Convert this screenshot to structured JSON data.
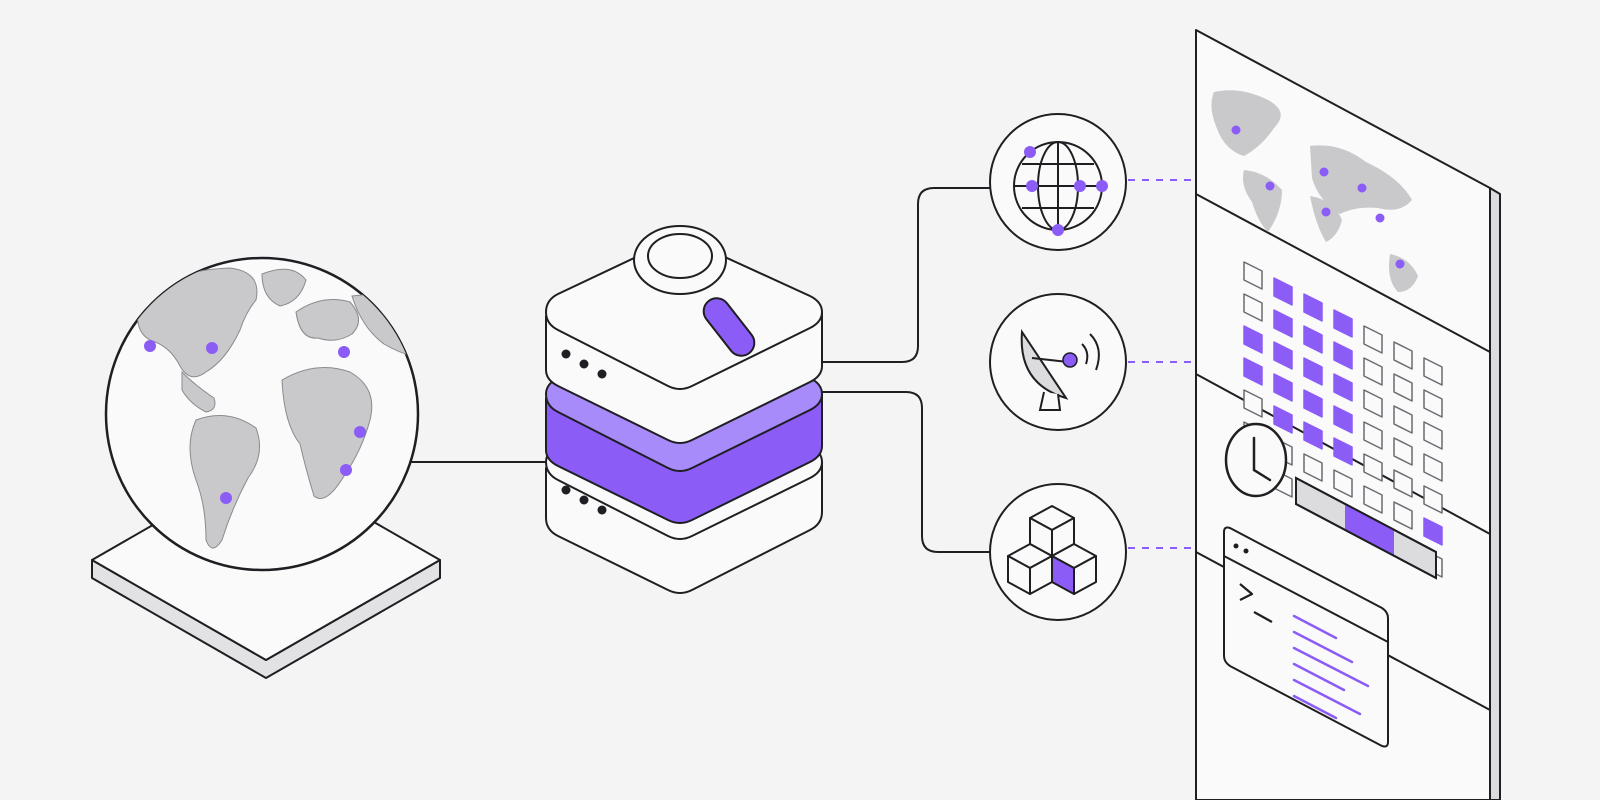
{
  "colors": {
    "background": "#f4f4f5",
    "accent": "#8b5cf6",
    "accent_dark": "#7c4ddb",
    "stroke": "#1f1f23",
    "land": "#c9c9cc",
    "surface": "#fafafa",
    "shade": "#dcdcdf",
    "dashed_link": "#8b5cf6"
  },
  "icons": {
    "globe": "globe-icon",
    "server": "server-stack-icon",
    "search": "magnifier-icon",
    "network": "network-globe-icon",
    "satellite": "satellite-dish-icon",
    "modules": "cubes-icon",
    "clock": "clock-icon",
    "terminal": "terminal-icon"
  },
  "dashboard": {
    "calendar": {
      "rows": [
        [
          0,
          1,
          1,
          1,
          0,
          0,
          0
        ],
        [
          0,
          1,
          1,
          1,
          0,
          0,
          0
        ],
        [
          1,
          1,
          1,
          1,
          0,
          0,
          0
        ],
        [
          1,
          1,
          1,
          1,
          0,
          0,
          0
        ],
        [
          0,
          1,
          1,
          1,
          0,
          0,
          0
        ],
        [
          0,
          0,
          0,
          0,
          0,
          0,
          1
        ],
        [
          0,
          0,
          0,
          0,
          0,
          0,
          0
        ]
      ]
    },
    "timeline_progress": 0.35,
    "terminal_prompt": ">_"
  }
}
